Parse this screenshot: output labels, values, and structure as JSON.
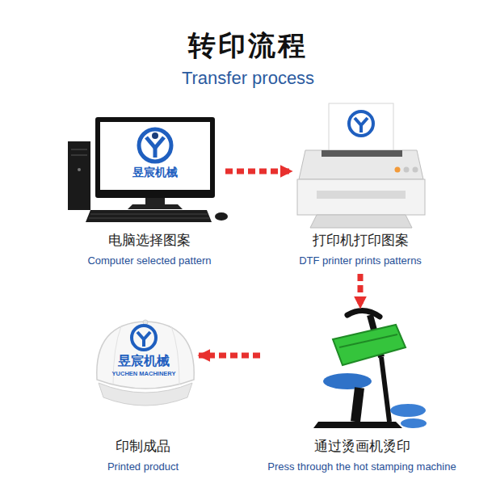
{
  "diagram": {
    "title": "转印流程",
    "nodes": [
      {
        "text": [
          "电脑选择图案",
          "Computer selected pattern"
        ]
      },
      {
        "text": [
          "打印机打印图案",
          "DTF printer prints patterns"
        ]
      },
      {
        "text": [
          "印制成品",
          "Printed product"
        ]
      },
      {
        "text": [
          "通过烫画机烫印",
          "Press through the hot stamping machine"
        ]
      }
    ],
    "edges": [
      {
        "from": 0,
        "to": 1,
        "arrow": "to"
      },
      {
        "from": 1,
        "to": 3,
        "arrow": "to"
      },
      {
        "from": 3,
        "to": 2,
        "arrow": "to"
      }
    ],
    "labels": [
      "Transfer process",
      "昱宸机械",
      "昱宸机械",
      "YUCHEN MACHINERY"
    ]
  }
}
